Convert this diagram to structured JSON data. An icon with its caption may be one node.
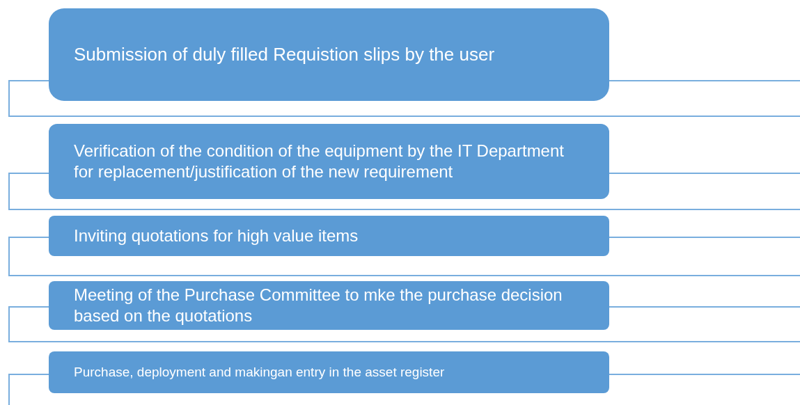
{
  "diagram": {
    "nodes": [
      {
        "text": [
          "Submission of duly filled Requistion slips by the user"
        ]
      },
      {
        "text": [],
        "shape": "box"
      },
      {
        "text": [
          "Verification of the condition of the equipment by the IT Department for replacement/justification of the new requirement"
        ]
      },
      {
        "text": [],
        "shape": "box"
      },
      {
        "text": [
          "Inviting quotations for high value items"
        ]
      },
      {
        "text": [],
        "shape": "box"
      },
      {
        "text": [
          "Meeting of the Purchase Committee to mke the purchase decision based on the quotations"
        ]
      },
      {
        "text": [],
        "shape": "box"
      },
      {
        "text": [
          "Purchase, deployment and makingan entry in the asset register"
        ]
      },
      {
        "text": [],
        "shape": "box"
      }
    ]
  }
}
